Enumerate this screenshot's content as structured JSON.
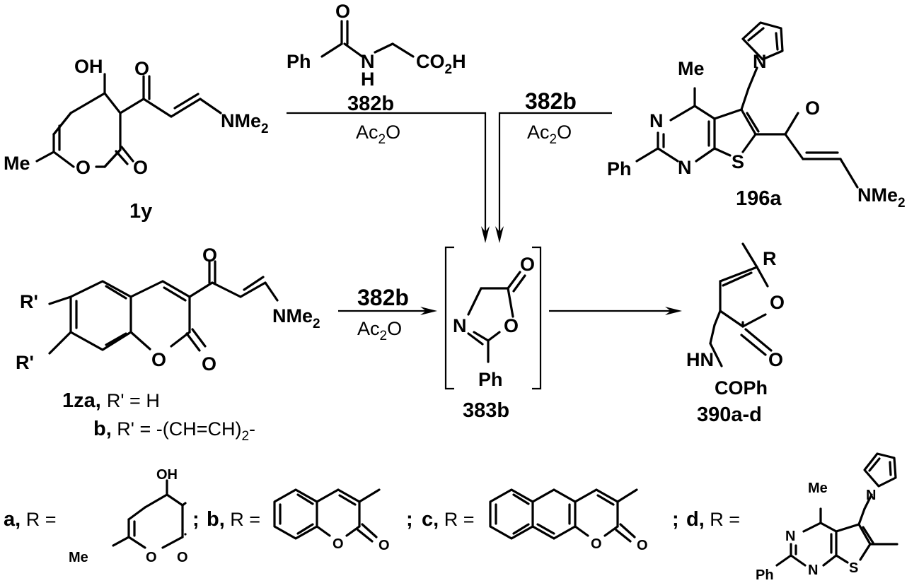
{
  "compounds": {
    "c1y": "1y",
    "c196a": "196a",
    "c382b": "382b",
    "c383b": "383b",
    "c390": "390a-d",
    "c1za": "1za"
  },
  "reagents": {
    "r382b": "382b",
    "ac2o_main": "Ac",
    "ac2o_sub": "2",
    "ac2o_o": "O"
  },
  "substituents": {
    "za_def": "R' = H",
    "zb_letter": "b,",
    "zb_def": "R' = -(CH=CH)",
    "zb_sub": "2",
    "zb_end": "-",
    "a_letter": "a,",
    "b_letter": "b,",
    "c_letter": "c,",
    "d_letter": "d,",
    "r_eq": "R =",
    "semicolon": ";"
  },
  "atoms": {
    "OH": "OH",
    "O": "O",
    "Me": "Me",
    "N": "N",
    "S": "S",
    "Ph": "Ph",
    "H": "H",
    "NMe": "NMe",
    "two": "2",
    "CO": "CO",
    "R": "R",
    "Rp": "R'",
    "HN": "HN",
    "COPh": "COPh"
  },
  "colors": {
    "ink": "#000000",
    "background": "#ffffff"
  }
}
